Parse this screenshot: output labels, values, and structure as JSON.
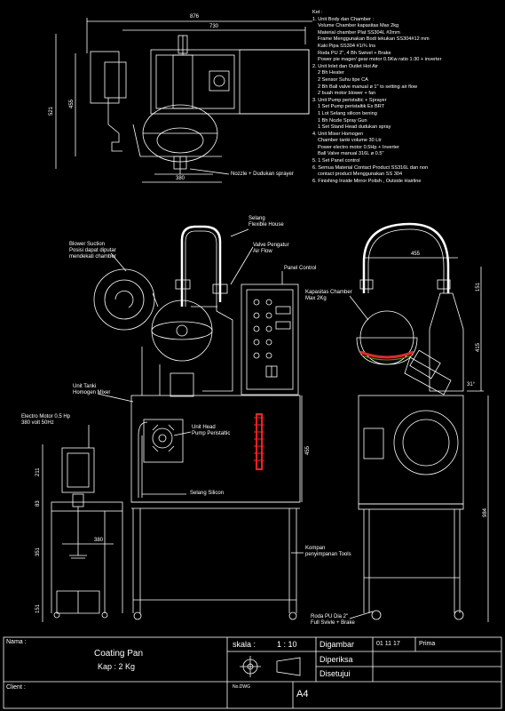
{
  "notes": {
    "title": "Ket :",
    "lines": [
      "1. Unit Body dan Chamber :",
      "Volume Chamber kapasitas Max 2kg",
      "Material chamber Plat SS304L #2mm",
      "Frame Menggunakan Bodi tekukan SS304#12 mm",
      "Kaki Pipa SS304 #1/¾ Ins",
      "Roda PU 2\", 4 Bh Swivel + Brake",
      "Power pie mager/ gear motor 0.5Kw ratio 1:30 + inverter",
      "2. Unit Inlet dan Outlet Hot Air",
      "2 Bh Heater",
      "2 Sensor Suhu tipe CA",
      "2 Bh Ball valve manual ø 1\" to setting air flow",
      "2 buah motor blower + fan",
      "3. Unit Pump peristaltic + Sprayer",
      "1 Set Pump peristaltik Ex BRT",
      "1 Lot Selang silicon bening",
      "1 Bh Nozle Spray Gun",
      "1 Set Stand Head dudukan spray",
      "4. Unit Mixer Homogen",
      "Chamber tanki volume 30 Ltr",
      "Power electro motor 0.5Hp + Inverter",
      "Ball Valve manual 316L ø 0.5\"",
      "5. 1 Set Panel control",
      "6. Semua Material Contact Product SS316L dan non",
      "contact product Menggunakan SS 304",
      "6. Finishing Inside Mirror Polish , Outside Hairline"
    ]
  },
  "top_view": {
    "dim_overall": "876",
    "dim_body": "730",
    "dim_height": "521",
    "dim_inner": "455",
    "dim_base": "380",
    "label_nozzle": "Nozzle + Dudukan sprayer"
  },
  "front_view": {
    "label_hose": "Selang\nFlexible House",
    "label_valve": "Valve Pengatur\nAir Flow",
    "label_panel": "Panel Control",
    "label_blower": "Blower Suction\nPosisi dapat diputar\nmendekati chamber",
    "label_mixer": "Unit Tanki\nHomogen Mixer",
    "label_motor": "Electro Motor 0.5 Hp\n380 volt 50Hz",
    "label_pump": "Unit Head\nPump Peristaltic",
    "label_silicon": "Selang Silicon",
    "label_storage": "Kompan\npenyimpanan Tools",
    "dim_455": "455",
    "dim_211": "211",
    "dim_83": "83",
    "dim_380": "380",
    "dim_351": "351",
    "dim_151": "151"
  },
  "side_view": {
    "label_capacity": "Kapasitas Chamber\nMax 2Kg",
    "label_wheel": "Roda PU Dia 2\"\nFull Svivle + Brake",
    "dim_width": "455",
    "dim_151": "151",
    "dim_415": "415",
    "dim_984": "984",
    "dim_angle": "31°"
  },
  "title_block": {
    "name_label": "Nama :",
    "product_title": "Coating Pan",
    "product_capacity": "Kap : 2 Kg",
    "scale_label": "skala :",
    "scale_value": "1 : 10",
    "drawn_label": "Digambar",
    "drawn_date": "01 11 17",
    "drawn_by": "Prima",
    "checked_label": "Diperiksa",
    "approved_label": "Disetujui",
    "client_label": "Client :",
    "drawing_no": "No.DWG",
    "sheet_size": "A4"
  },
  "colors": {
    "background": "#000000",
    "line": "#ffffff",
    "dim": "#ffffff",
    "accent_red": "#ff2020",
    "accent_green": "#22aa22"
  }
}
